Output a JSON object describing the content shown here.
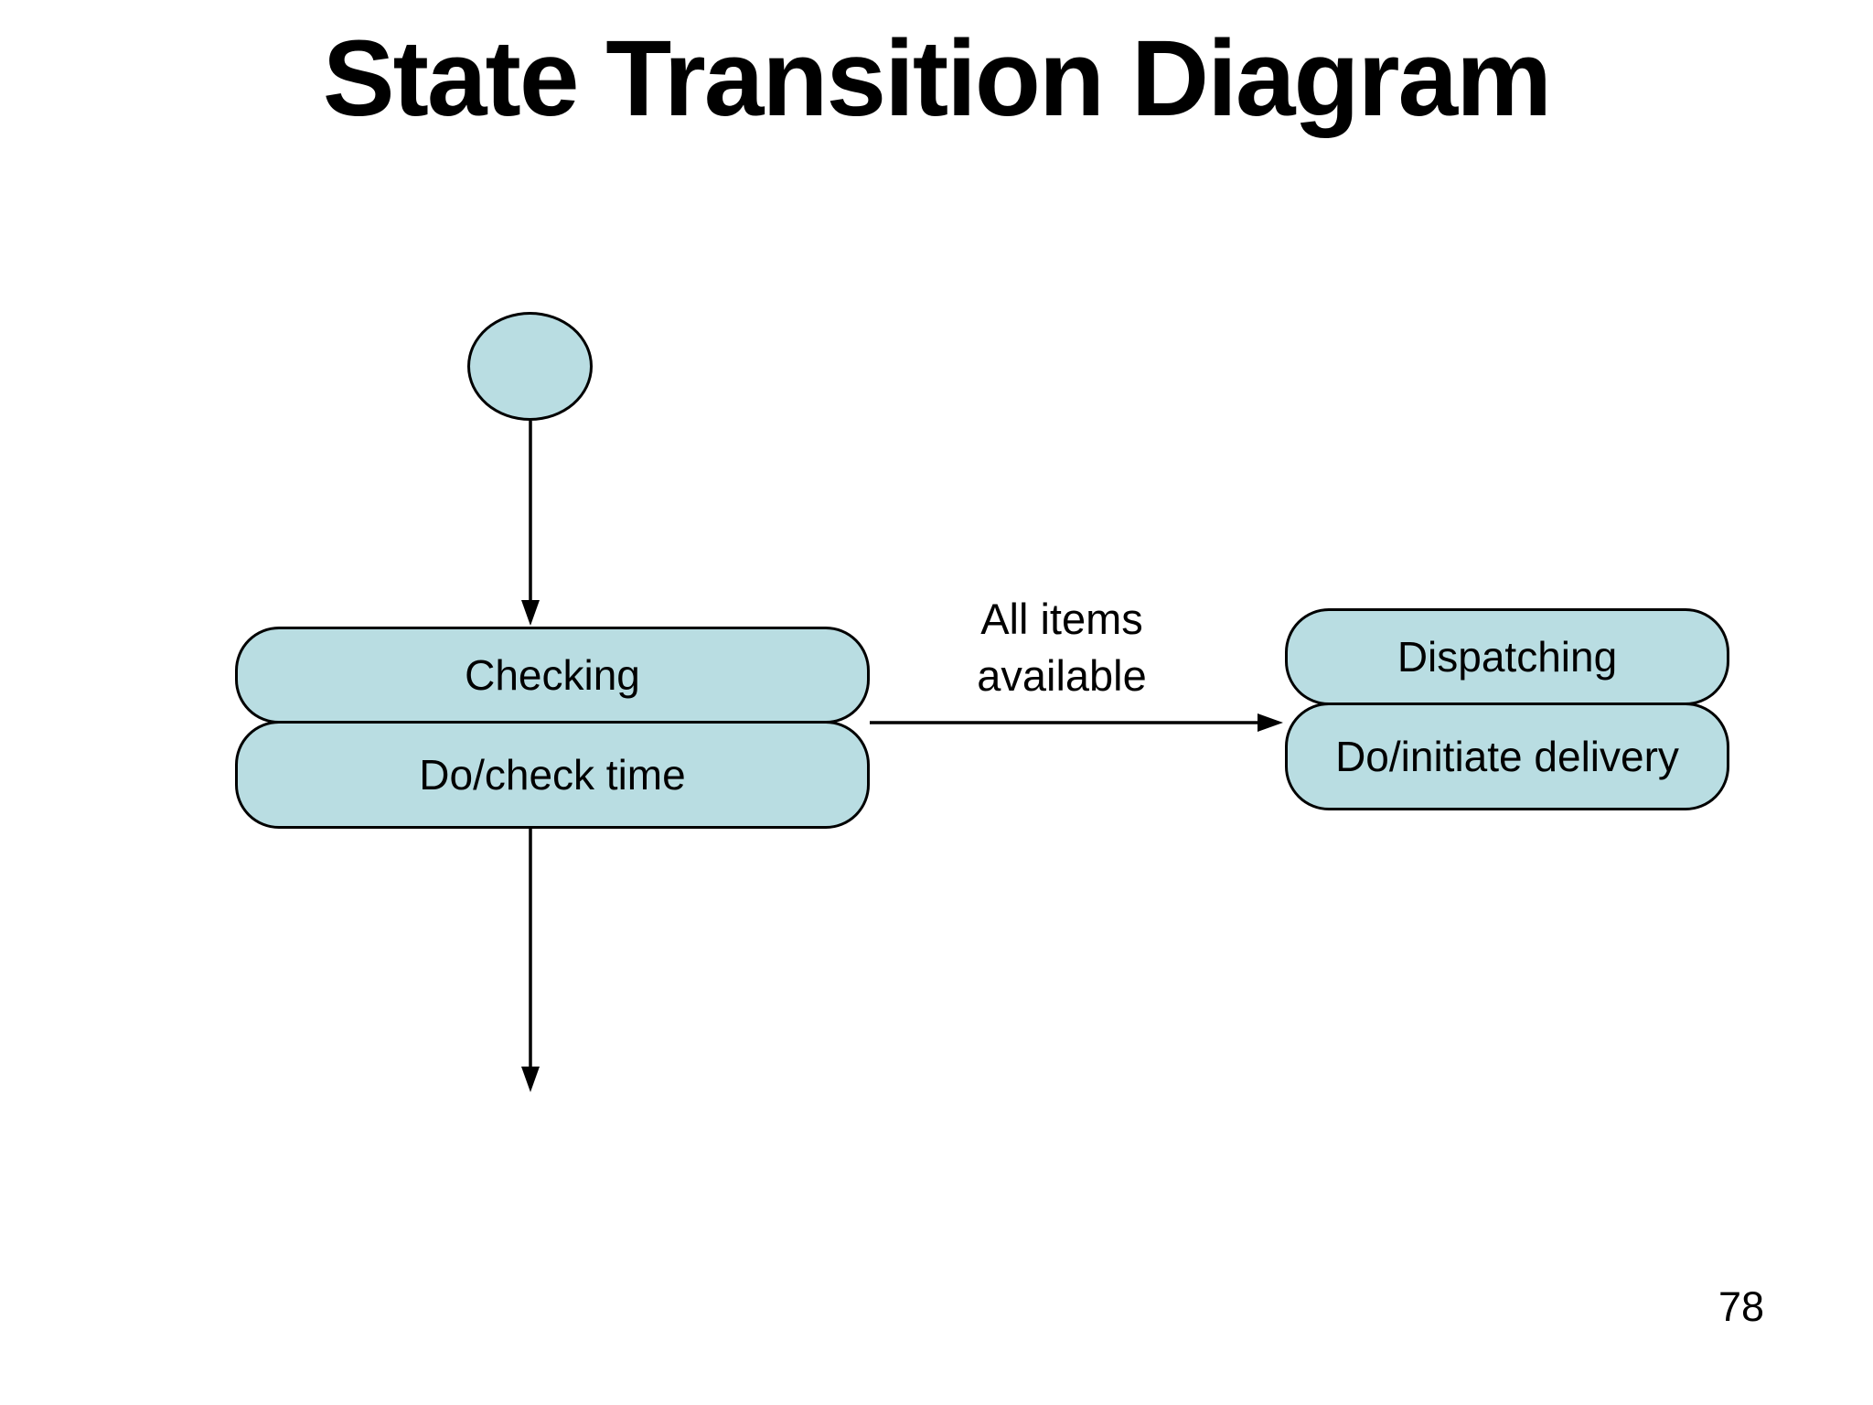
{
  "slide": {
    "title": "State Transition Diagram",
    "page_number": "78",
    "background_color": "#ffffff"
  },
  "diagram": {
    "type": "uml-state-transition",
    "colors": {
      "state_fill": "#b9dde2",
      "stroke": "#000000"
    },
    "initial_state": {
      "shape": "filled-circle"
    },
    "states": [
      {
        "name": "Checking",
        "activity": "Do/check time"
      },
      {
        "name": "Dispatching",
        "activity": "Do/initiate delivery"
      }
    ],
    "transitions": [
      {
        "from": "initial",
        "to": "Checking",
        "label": ""
      },
      {
        "from": "Checking",
        "to": "Dispatching",
        "label": "All items available",
        "label_lines": [
          "All items",
          "available"
        ]
      },
      {
        "from": "Checking",
        "to": "exit",
        "label": ""
      }
    ]
  }
}
